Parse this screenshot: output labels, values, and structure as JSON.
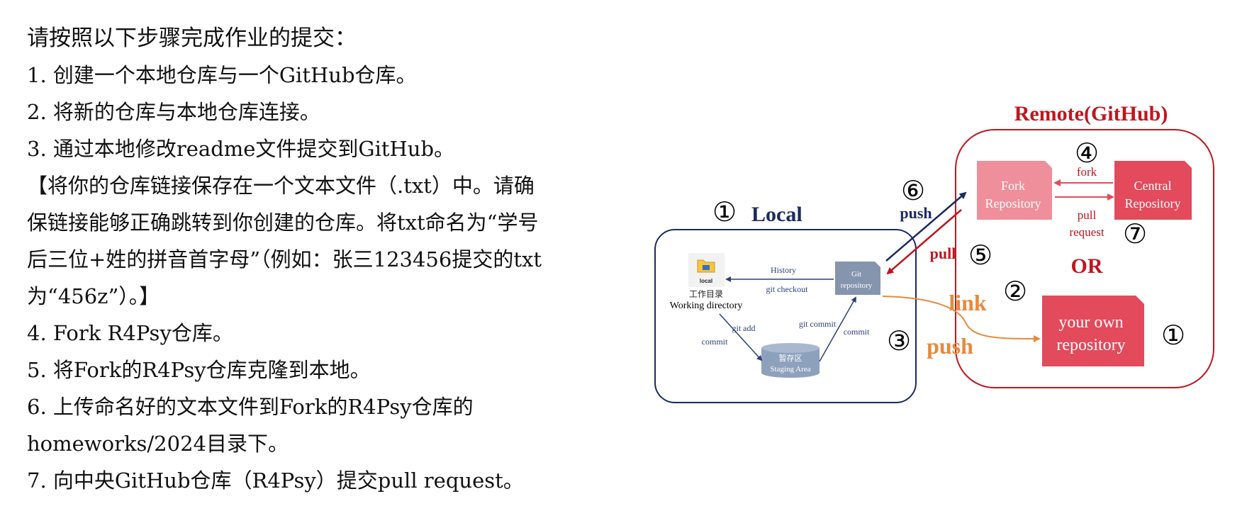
{
  "instructions": {
    "heading": "请按照以下步骤完成作业的提交：",
    "lines": [
      "1. 创建一个本地仓库与一个GitHub仓库。",
      "2. 将新的仓库与本地仓库连接。",
      "3. 通过本地修改readme文件提交到GitHub。",
      "【将你的仓库链接保存在一个文本文件（.txt）中。请确",
      "保链接能够正确跳转到你创建的仓库。将txt命名为“学号",
      "后三位+姓的拼音首字母”（例如：张三123456提交的txt",
      "为“456z”）。】",
      "4. Fork R4Psy仓库。",
      "5. 将Fork的R4Psy仓库克隆到本地。",
      "6. 上传命名好的文本文件到Fork的R4Psy仓库的",
      "homeworks/2024目录下。",
      "7. 向中央GitHub仓库（R4Psy）提交pull request。"
    ]
  },
  "diagram": {
    "colors": {
      "navy": "#1b2a5e",
      "red": "#c0161f",
      "orange": "#e8893b",
      "repo_red": "#e34a5c",
      "repo_pink": "#ee8f9b",
      "git_gray": "#8595ad"
    },
    "local": {
      "title": "Local",
      "step_marker": "①",
      "folder_caption": "local",
      "working_dir_cn": "工作目录",
      "working_dir_en": "Working directory",
      "git_repo_line1": "Git",
      "git_repo_line2": "repository",
      "staging_line1": "暂存区",
      "staging_line2": "Staging Area",
      "history": "History",
      "git_checkout": "git checkout",
      "git_add": "git add",
      "commit_left": "commit",
      "git_commit": "git commit",
      "commit_right": "commit"
    },
    "remote": {
      "title": "Remote(GitHub)",
      "fork_repo_line1": "Fork",
      "fork_repo_line2": "Repository",
      "central_repo_line1": "Central",
      "central_repo_line2": "Repository",
      "fork_label": "fork",
      "pull_request_line1": "pull",
      "pull_request_line2": "request",
      "or_label": "OR",
      "own_repo_line1": "your own",
      "own_repo_line2": "repository",
      "step_4": "④",
      "step_7": "⑦",
      "step_1": "①"
    },
    "arrows": {
      "push_label": "push",
      "pull_label": "pull",
      "link_label": "link",
      "push_orange_label": "push",
      "step_6": "⑥",
      "step_5": "⑤",
      "step_2": "②",
      "step_3": "③"
    }
  }
}
